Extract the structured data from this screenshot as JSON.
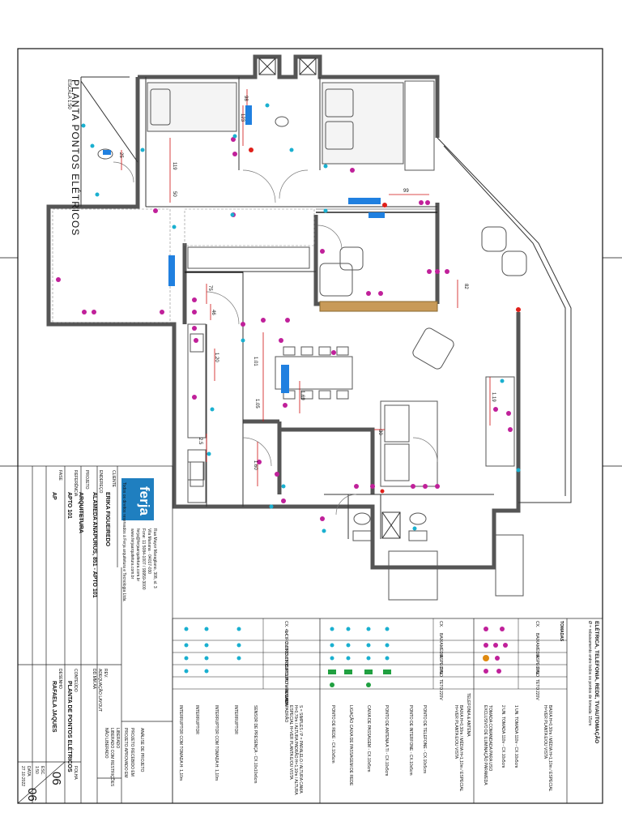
{
  "plan": {
    "title": "PLANTA PONTOS ELÉTRICOS",
    "scale": "ESCALA 1:50",
    "dimensions": [
      "98",
      "123",
      "25",
      "119",
      "50",
      "99",
      "75",
      "82",
      "46",
      "1.20",
      "1.01",
      "1.69",
      "1.05",
      "1.19",
      "2.5",
      "1.60",
      "50",
      "30"
    ]
  },
  "company": {
    "logo": "ferja",
    "address1": "Rua Mayor Maragliano, 308, sl. 3",
    "address2": "Vila Mariana · 04017-030",
    "phone": "Fone: 11 5084-1007 / 99959-3000",
    "email": "ferja@ferjaarquitetura.com.br",
    "site": "www.ferjaarquitetura.com.br",
    "note": "Todos os direitos reservados à Ferja arquitetura e Tecnologia Ltda."
  },
  "titleblock": {
    "client_label": "CLIENTE",
    "client": "ERIKA FIGUEIREDO",
    "address_label": "ENDEREÇO",
    "address": "ALAMEDA ANAPURUS, 851 - APTO 101",
    "project_label": "PROJETO",
    "project": "ARQUITETURA",
    "reference_label": "REFERÊNCIA",
    "reference": "APTO 101",
    "phase_label": "FASE",
    "phase": "AP",
    "content_label": "CONTEÚDO",
    "content": "PLANTA DE PONTOS ELÉTRICOS",
    "drawn_label": "DESENHO",
    "drawn": "RAFAELA JAQUES",
    "scale_label": "ESC.",
    "scale": "1:50",
    "date_label": "DATA",
    "date": "27.10.2022",
    "sheet_label": "FOLHA",
    "sheet": "06",
    "sheet_of": "06",
    "stamp_title": "ANÁLISE DE PROJETO",
    "stamp_1": "PROJETO RECEBIDO EM",
    "stamp_2": "PROJETO APROVADO EM",
    "stamp_3": "LIBERADO",
    "stamp_4": "LIBERADO COM RESTRIÇÕES",
    "stamp_5": "NÃO LIBERADO",
    "rev_label": "REV.",
    "rev_text": "ADEQUAÇÃO LAYOUT",
    "rev_date": "DD.MM.AA"
  },
  "legend": {
    "main_title": "ELÉTRICA, TELEFONIA, REDE, TV/AUTOMAÇÃO",
    "main_subtitle": "Ø = rebaixamento entre todos os pontos de tomada: 15cm",
    "tomadas": {
      "title": "TOMADAS",
      "headers": [
        "CX.",
        "BAIXA",
        "MÉDIA",
        "ESPECIAL",
        "PISO",
        "TETO",
        "220V"
      ],
      "heights": "BAIXA H=0,30m / MÉDIA H=1,10m / ESPECIAL H=VER PLANTA E/OU VISTA",
      "items": [
        "1 UN. TOMADA 110v - CX.10x5cm",
        "2 UN. TOMADA 110v - CX.10x5cm",
        "TOMADA COMANDADA PARA USO EXCLUSIVO DE ILUMINAÇÃO PARAMEDA"
      ]
    },
    "telefonia": {
      "title": "TELEFONIA & ANTENA",
      "headers": [
        "CX.",
        "BAIXA",
        "MÉDIA",
        "ESPECIAL",
        "PISO",
        "TETO",
        "220V"
      ],
      "heights": "BAIXA H=0,30m / MÉDIA H=1,10m / ESPECIAL H=VER PLANTA E/OU VISTA",
      "items": [
        "PONTO DE TELEFONE - CX.10x5cm",
        "PONTO DE INTERFONE - CX.10x5cm",
        "PONTO DE ANTENA A TI - CX.10x5cm",
        "CAIXA DE PASSAGEM - CX.10x5cm",
        "LIGAÇÃO CAIXA DE PASSAGEM DE REDE",
        "PONTO DE REDE - CX.10x5cm"
      ]
    },
    "interruptores": {
      "title": "INTERRUPTORES",
      "headers": [
        "CX. 4x4",
        "1 CIRCUITO",
        "2 CIRCUITOS",
        "3 CIRCUITOS",
        "CIRCUITO + TOMADA",
        "ALTURA CAMA",
        "ALTURA PADRÃO"
      ],
      "heights": "S = SIMPLES / P = PARALELO / ALTURA CAMA H=0,70m / ALTURA PADRÃO H=1,10m / ALTURA ESPECIAL H=VER PLANTA E/OU VISTA",
      "items": [
        "SENSOR DE PRESENÇA - CX.10x10x6cm",
        "INTERRUPTOR",
        "INTERRUPTOR COM TOMADA H: 1,10m",
        "INTERRUPTOR",
        "INTERRUPTOR COM TOMADA H: 1,10m"
      ]
    }
  },
  "colors": {
    "wall": "#6b6b6b",
    "outlet_red": "#e0201a",
    "outlet_magenta": "#c0209a",
    "outlet_cyan": "#1ab0d0",
    "outlet_blue": "#2080e0",
    "wood": "#c89a58",
    "dim_red": "#d01010"
  }
}
